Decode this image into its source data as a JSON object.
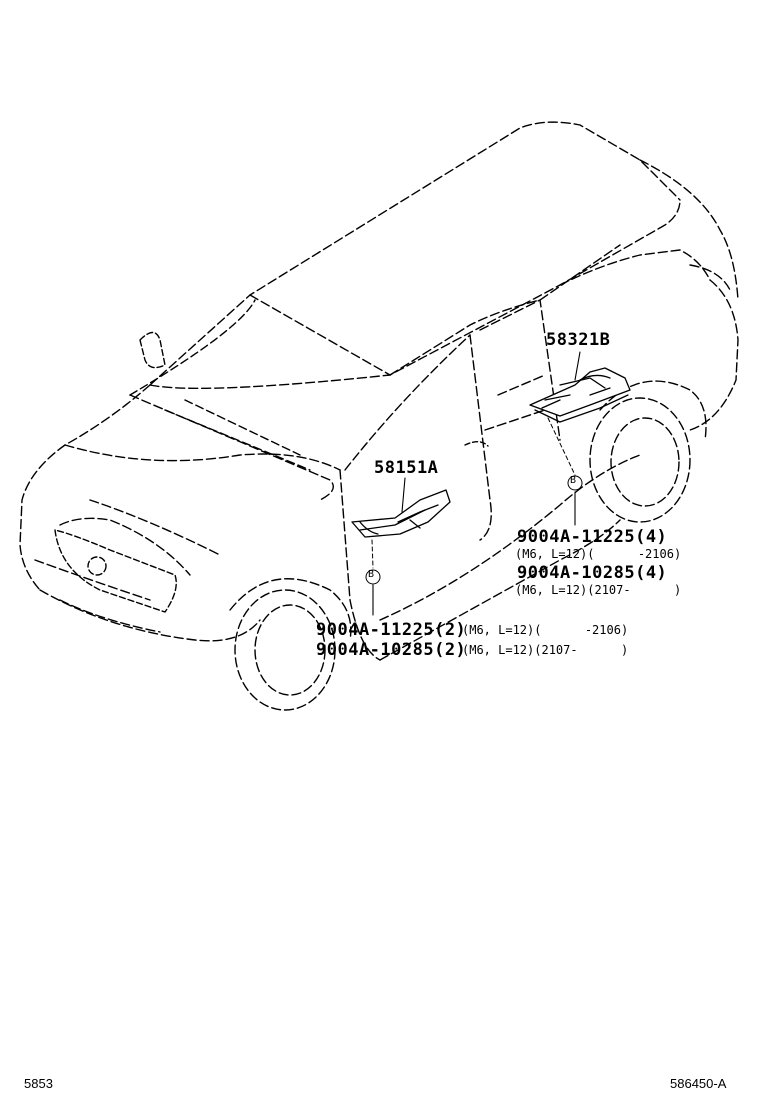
{
  "parts": {
    "rear_panel": "58321B",
    "front_panel": "58151A"
  },
  "rear_bolts": {
    "line1_part": "9004A-11225(4)",
    "line1_spec": "(M6, L=12)(      -2106)",
    "line2_part": "9004A-10285(4)",
    "line2_spec": "(M6, L=12)(2107-      )"
  },
  "front_bolts": {
    "line1_part": "9004A-11225(2)",
    "line1_spec": "(M6, L=12)(      -2106)",
    "line2_part": "9004A-10285(2)",
    "line2_spec": "(M6, L=12)(2107-      )"
  },
  "markers": {
    "fastener_symbol": "B"
  },
  "footer": {
    "left_code": "5853",
    "right_code": "586450-A"
  }
}
